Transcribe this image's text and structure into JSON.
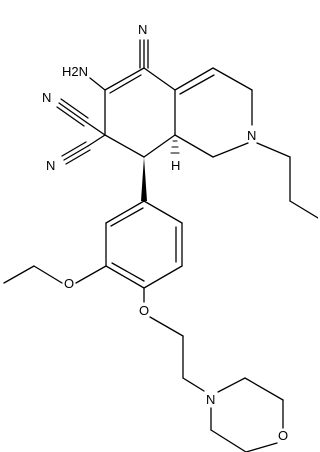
{
  "labels": {
    "nitrile_top": "N",
    "amino": "H2N",
    "nitrile_left_upper": "N",
    "nitrile_left_lower": "N",
    "ring_nitrogen": "N",
    "stereo_h": "H",
    "ether_oxygen_ethoxy": "O",
    "ether_oxygen_chain": "O",
    "morpholine_nitrogen": "N",
    "morpholine_oxygen": "O"
  }
}
